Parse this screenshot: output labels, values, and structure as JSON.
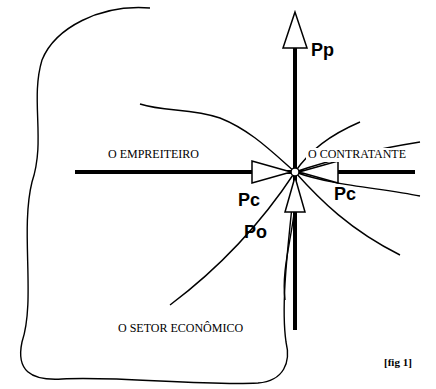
{
  "diagram": {
    "labels": [
      "Pp",
      "O EMPREITEIRO",
      "O CONTRATANTE",
      "Pc",
      "Pc",
      "Po",
      "O SETOR ECONÔMICO",
      "[fig 1]"
    ]
  }
}
